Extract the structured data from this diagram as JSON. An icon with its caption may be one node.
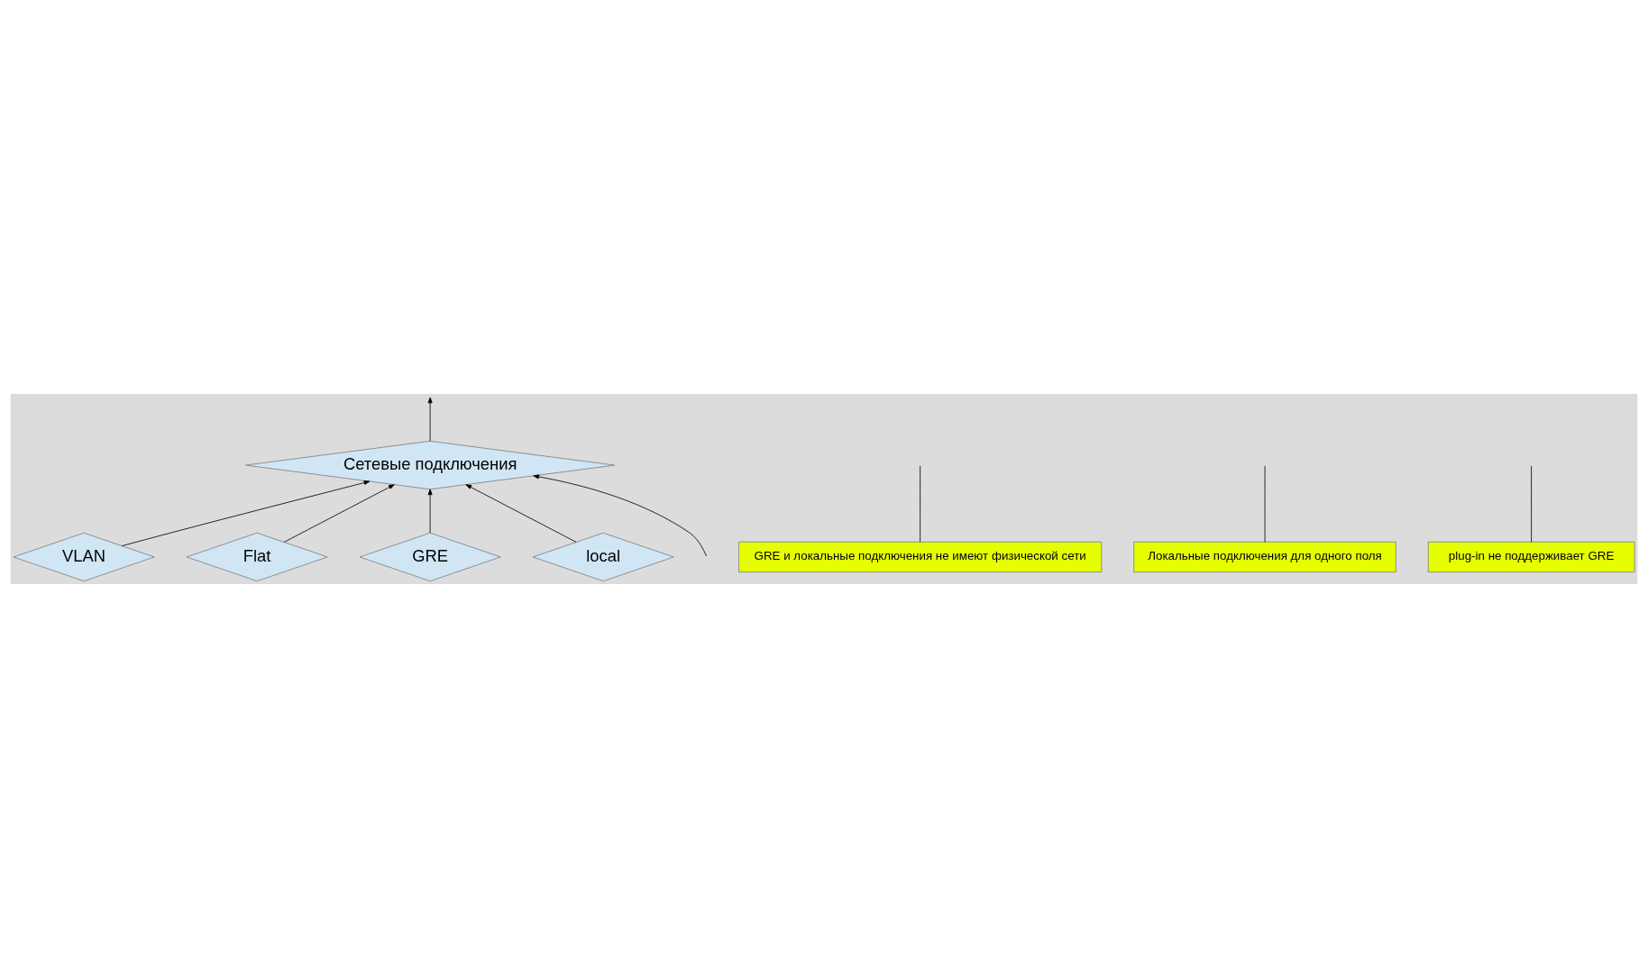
{
  "diagram": {
    "nodes": [
      {
        "text": [
          "Сетевые подключения"
        ]
      },
      {
        "text": [
          "VLAN"
        ]
      },
      {
        "text": [
          "Flat"
        ]
      },
      {
        "text": [
          "GRE"
        ]
      },
      {
        "text": [
          "local"
        ]
      },
      {
        "text": [
          "GRE и локальные подключения не имеют физической сети"
        ]
      },
      {
        "text": [
          "Локальные подключения для одного поля"
        ]
      },
      {
        "text": [
          "plug-in не поддерживает GRE"
        ]
      }
    ],
    "edges": [
      {
        "from": null,
        "to": 0,
        "arrow": "to"
      },
      {
        "from": 0,
        "to": null,
        "arrow": "to"
      },
      {
        "from": 1,
        "to": 0,
        "arrow": "to"
      },
      {
        "from": 2,
        "to": 0,
        "arrow": "to"
      },
      {
        "from": 3,
        "to": 0,
        "arrow": "to"
      },
      {
        "from": 4,
        "to": 0,
        "arrow": "to"
      },
      {
        "from": 5,
        "to": null,
        "arrow": "none"
      },
      {
        "from": 6,
        "to": null,
        "arrow": "none"
      },
      {
        "from": 7,
        "to": null,
        "arrow": "none"
      }
    ]
  }
}
